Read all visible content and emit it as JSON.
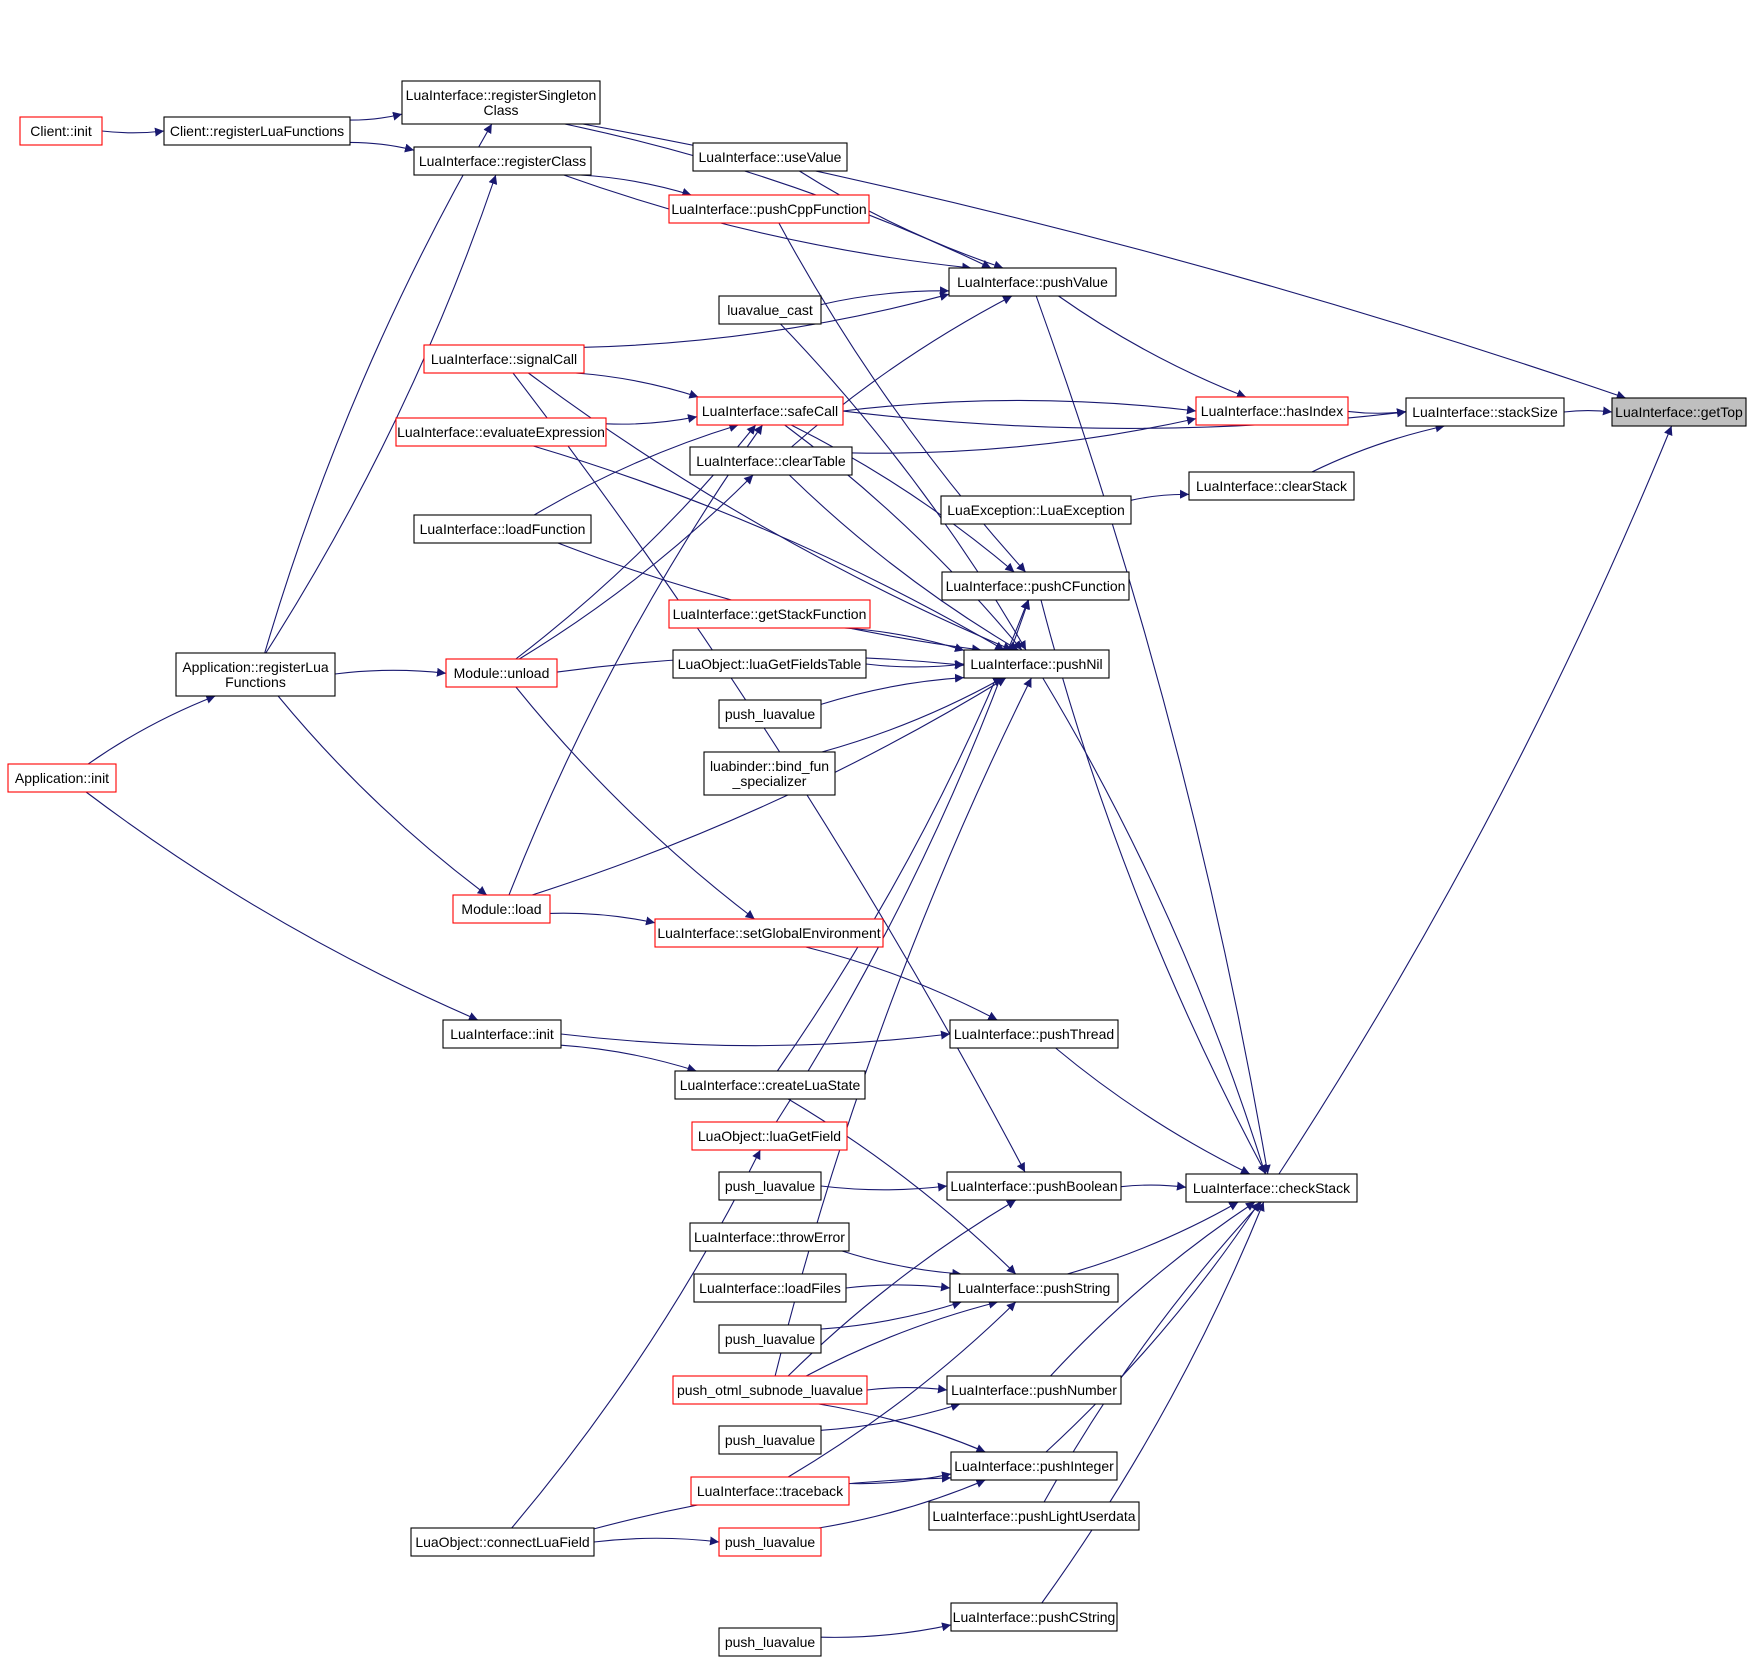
{
  "graph": {
    "colors": {
      "edge": "#191970",
      "node_border": "#000000",
      "node_border_red": "#ff0000",
      "node_fill": "#ffffff",
      "focus_fill": "#bfbfbf"
    },
    "nodes": [
      {
        "id": "getTop",
        "lines": [
          "LuaInterface::getTop"
        ],
        "style": "focus"
      },
      {
        "id": "stackSize",
        "lines": [
          "LuaInterface::stackSize"
        ],
        "style": "black"
      },
      {
        "id": "checkStack",
        "lines": [
          "LuaInterface::checkStack"
        ],
        "style": "black"
      },
      {
        "id": "regSingleton",
        "lines": [
          "LuaInterface::registerSingleton",
          "Class"
        ],
        "style": "black"
      },
      {
        "id": "regClass",
        "lines": [
          "LuaInterface::registerClass"
        ],
        "style": "black"
      },
      {
        "id": "clientRegLua",
        "lines": [
          "Client::registerLuaFunctions"
        ],
        "style": "black"
      },
      {
        "id": "clientInit",
        "lines": [
          "Client::init"
        ],
        "style": "red"
      },
      {
        "id": "useValue",
        "lines": [
          "LuaInterface::useValue"
        ],
        "style": "black"
      },
      {
        "id": "pushCppFunction",
        "lines": [
          "LuaInterface::pushCppFunction"
        ],
        "style": "red"
      },
      {
        "id": "pushValue",
        "lines": [
          "LuaInterface::pushValue"
        ],
        "style": "black"
      },
      {
        "id": "luavalueCast",
        "lines": [
          "luavalue_cast"
        ],
        "style": "black"
      },
      {
        "id": "signalCall",
        "lines": [
          "LuaInterface::signalCall"
        ],
        "style": "red"
      },
      {
        "id": "safeCall",
        "lines": [
          "LuaInterface::safeCall"
        ],
        "style": "red"
      },
      {
        "id": "hasIndex",
        "lines": [
          "LuaInterface::hasIndex"
        ],
        "style": "red"
      },
      {
        "id": "evalExpr",
        "lines": [
          "LuaInterface::evaluateExpression"
        ],
        "style": "red"
      },
      {
        "id": "clearTable",
        "lines": [
          "LuaInterface::clearTable"
        ],
        "style": "black"
      },
      {
        "id": "clearStack",
        "lines": [
          "LuaInterface::clearStack"
        ],
        "style": "black"
      },
      {
        "id": "luaException",
        "lines": [
          "LuaException::LuaException"
        ],
        "style": "black"
      },
      {
        "id": "loadFunction",
        "lines": [
          "LuaInterface::loadFunction"
        ],
        "style": "black"
      },
      {
        "id": "pushCFunction",
        "lines": [
          "LuaInterface::pushCFunction"
        ],
        "style": "black"
      },
      {
        "id": "getStackFunction",
        "lines": [
          "LuaInterface::getStackFunction"
        ],
        "style": "red"
      },
      {
        "id": "appRegLua",
        "lines": [
          "Application::registerLua",
          "Functions"
        ],
        "style": "black"
      },
      {
        "id": "moduleUnload",
        "lines": [
          "Module::unload"
        ],
        "style": "red"
      },
      {
        "id": "luaGetFieldsTable",
        "lines": [
          "LuaObject::luaGetFieldsTable"
        ],
        "style": "black"
      },
      {
        "id": "pushNil",
        "lines": [
          "LuaInterface::pushNil"
        ],
        "style": "black"
      },
      {
        "id": "pushLuavalue1",
        "lines": [
          "push_luavalue"
        ],
        "style": "black"
      },
      {
        "id": "bindFun",
        "lines": [
          "luabinder::bind_fun",
          "_specializer"
        ],
        "style": "black"
      },
      {
        "id": "appInit",
        "lines": [
          "Application::init"
        ],
        "style": "red"
      },
      {
        "id": "moduleLoad",
        "lines": [
          "Module::load"
        ],
        "style": "red"
      },
      {
        "id": "setGlobalEnv",
        "lines": [
          "LuaInterface::setGlobalEnvironment"
        ],
        "style": "red"
      },
      {
        "id": "luaInit",
        "lines": [
          "LuaInterface::init"
        ],
        "style": "black"
      },
      {
        "id": "pushThread",
        "lines": [
          "LuaInterface::pushThread"
        ],
        "style": "black"
      },
      {
        "id": "createLuaState",
        "lines": [
          "LuaInterface::createLuaState"
        ],
        "style": "black"
      },
      {
        "id": "luaGetField",
        "lines": [
          "LuaObject::luaGetField"
        ],
        "style": "red"
      },
      {
        "id": "pushLuavalue2",
        "lines": [
          "push_luavalue"
        ],
        "style": "black"
      },
      {
        "id": "pushBoolean",
        "lines": [
          "LuaInterface::pushBoolean"
        ],
        "style": "black"
      },
      {
        "id": "throwError",
        "lines": [
          "LuaInterface::throwError"
        ],
        "style": "black"
      },
      {
        "id": "loadFiles",
        "lines": [
          "LuaInterface::loadFiles"
        ],
        "style": "black"
      },
      {
        "id": "pushString",
        "lines": [
          "LuaInterface::pushString"
        ],
        "style": "black"
      },
      {
        "id": "pushLuavalue3",
        "lines": [
          "push_luavalue"
        ],
        "style": "black"
      },
      {
        "id": "pushOtml",
        "lines": [
          "push_otml_subnode_luavalue"
        ],
        "style": "red"
      },
      {
        "id": "pushNumber",
        "lines": [
          "LuaInterface::pushNumber"
        ],
        "style": "black"
      },
      {
        "id": "pushLuavalue4",
        "lines": [
          "push_luavalue"
        ],
        "style": "black"
      },
      {
        "id": "pushInteger",
        "lines": [
          "LuaInterface::pushInteger"
        ],
        "style": "black"
      },
      {
        "id": "traceback",
        "lines": [
          "LuaInterface::traceback"
        ],
        "style": "red"
      },
      {
        "id": "pushLightUserdata",
        "lines": [
          "LuaInterface::pushLightUserdata"
        ],
        "style": "black"
      },
      {
        "id": "connectLuaField",
        "lines": [
          "LuaObject::connectLuaField"
        ],
        "style": "black"
      },
      {
        "id": "pushLuavalueRed",
        "lines": [
          "push_luavalue"
        ],
        "style": "red"
      },
      {
        "id": "pushCString",
        "lines": [
          "LuaInterface::pushCString"
        ],
        "style": "black"
      },
      {
        "id": "pushLuavalue5",
        "lines": [
          "push_luavalue"
        ],
        "style": "black"
      }
    ],
    "edges": [
      [
        "stackSize",
        "getTop"
      ],
      [
        "checkStack",
        "getTop"
      ],
      [
        "regSingleton",
        "getTop"
      ],
      [
        "hasIndex",
        "stackSize"
      ],
      [
        "clearStack",
        "stackSize"
      ],
      [
        "safeCall",
        "stackSize"
      ],
      [
        "luaException",
        "clearStack"
      ],
      [
        "clientRegLua",
        "regSingleton"
      ],
      [
        "clientRegLua",
        "regClass"
      ],
      [
        "clientInit",
        "clientRegLua"
      ],
      [
        "appRegLua",
        "regSingleton"
      ],
      [
        "appRegLua",
        "regClass"
      ],
      [
        "appRegLua",
        "moduleUnload"
      ],
      [
        "appRegLua",
        "moduleLoad"
      ],
      [
        "appInit",
        "appRegLua"
      ],
      [
        "appInit",
        "luaInit"
      ],
      [
        "regSingleton",
        "pushValue"
      ],
      [
        "regClass",
        "pushValue"
      ],
      [
        "regClass",
        "pushCppFunction"
      ],
      [
        "useValue",
        "pushValue"
      ],
      [
        "luavalueCast",
        "pushValue"
      ],
      [
        "signalCall",
        "pushValue"
      ],
      [
        "clearTable",
        "pushValue"
      ],
      [
        "pushValue",
        "hasIndex"
      ],
      [
        "safeCall",
        "hasIndex"
      ],
      [
        "clearTable",
        "hasIndex"
      ],
      [
        "signalCall",
        "safeCall"
      ],
      [
        "evalExpr",
        "safeCall"
      ],
      [
        "loadFunction",
        "safeCall"
      ],
      [
        "moduleUnload",
        "safeCall"
      ],
      [
        "moduleLoad",
        "safeCall"
      ],
      [
        "moduleUnload",
        "clearTable"
      ],
      [
        "safeCall",
        "pushCFunction"
      ],
      [
        "pushCppFunction",
        "pushCFunction"
      ],
      [
        "safeCall",
        "pushNil"
      ],
      [
        "signalCall",
        "pushNil"
      ],
      [
        "evalExpr",
        "pushNil"
      ],
      [
        "loadFunction",
        "pushNil"
      ],
      [
        "luavalueCast",
        "pushNil"
      ],
      [
        "clearTable",
        "pushNil"
      ],
      [
        "getStackFunction",
        "pushNil"
      ],
      [
        "luaGetFieldsTable",
        "pushNil"
      ],
      [
        "pushLuavalue1",
        "pushNil"
      ],
      [
        "bindFun",
        "pushNil"
      ],
      [
        "moduleUnload",
        "pushNil"
      ],
      [
        "moduleLoad",
        "pushNil"
      ],
      [
        "pushOtml",
        "pushNil"
      ],
      [
        "luaGetField",
        "pushCFunction"
      ],
      [
        "moduleLoad",
        "setGlobalEnv"
      ],
      [
        "moduleUnload",
        "setGlobalEnv"
      ],
      [
        "setGlobalEnv",
        "pushThread"
      ],
      [
        "luaInit",
        "pushThread"
      ],
      [
        "luaInit",
        "createLuaState"
      ],
      [
        "createLuaState",
        "pushCFunction"
      ],
      [
        "createLuaState",
        "pushString"
      ],
      [
        "connectLuaField",
        "luaGetField"
      ],
      [
        "signalCall",
        "pushBoolean"
      ],
      [
        "pushLuavalue2",
        "pushBoolean"
      ],
      [
        "pushOtml",
        "pushBoolean"
      ],
      [
        "throwError",
        "pushString"
      ],
      [
        "loadFiles",
        "pushString"
      ],
      [
        "pushLuavalue3",
        "pushString"
      ],
      [
        "pushOtml",
        "pushString"
      ],
      [
        "traceback",
        "pushString"
      ],
      [
        "pushOtml",
        "pushNumber"
      ],
      [
        "pushLuavalue4",
        "pushNumber"
      ],
      [
        "pushOtml",
        "pushInteger"
      ],
      [
        "traceback",
        "pushInteger"
      ],
      [
        "connectLuaField",
        "pushLuavalueRed"
      ],
      [
        "pushLuavalueRed",
        "pushInteger"
      ],
      [
        "connectLuaField",
        "pushInteger"
      ],
      [
        "pushLuavalue5",
        "pushCString"
      ],
      [
        "pushValue",
        "checkStack"
      ],
      [
        "pushCFunction",
        "checkStack"
      ],
      [
        "pushNil",
        "checkStack"
      ],
      [
        "pushThread",
        "checkStack"
      ],
      [
        "pushBoolean",
        "checkStack"
      ],
      [
        "pushString",
        "checkStack"
      ],
      [
        "pushNumber",
        "checkStack"
      ],
      [
        "pushInteger",
        "checkStack"
      ],
      [
        "pushLightUserdata",
        "checkStack"
      ],
      [
        "pushCString",
        "checkStack"
      ]
    ]
  }
}
